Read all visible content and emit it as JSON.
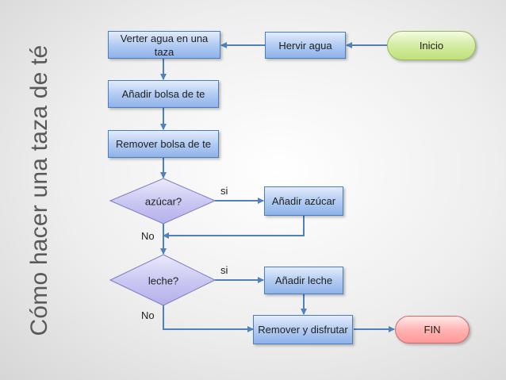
{
  "title": "Cómo hacer una taza de té",
  "nodes": {
    "inicio": "Inicio",
    "hervir": "Hervir agua",
    "verter": "Verter agua en una taza",
    "bolsa": "Añadir bolsa de te",
    "remover_bolsa": "Remover bolsa de te",
    "azucar_q": "azúcar?",
    "anadir_azucar": "Añadir azúcar",
    "leche_q": "leche?",
    "anadir_leche": "Añadir leche",
    "remover_disfrutar": "Remover y disfrutar",
    "fin": "FIN"
  },
  "edges": {
    "si_1": "si",
    "no_1": "No",
    "si_2": "si",
    "no_2": "No"
  },
  "colors": {
    "process": "#a9c4ef",
    "process_border": "#4a7ebb",
    "decision": "#c7c5f0",
    "start": "#cce891",
    "end": "#ffa6a6",
    "connector": "#4f81bd"
  }
}
